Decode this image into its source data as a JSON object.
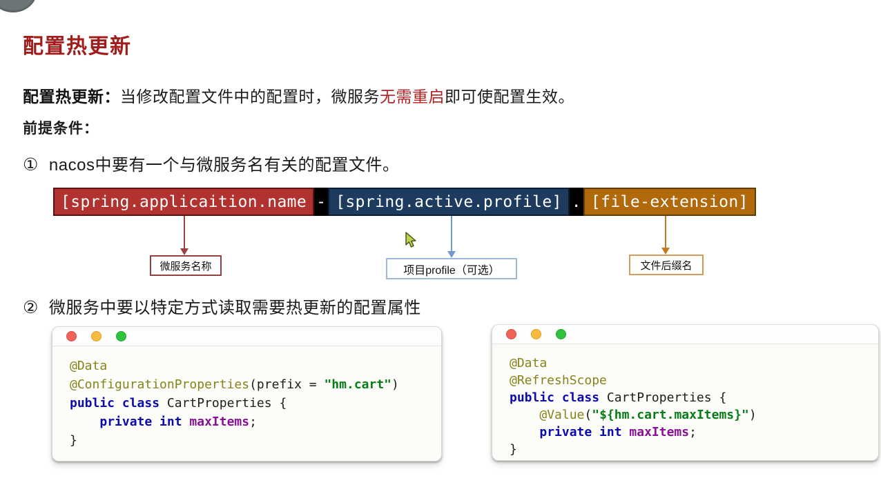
{
  "accent_color": "#a21c1c",
  "header": {
    "title": "配置热更新"
  },
  "intro": {
    "term": "配置热更新：",
    "text_before": "当修改配置文件中的配置时，微服务",
    "highlight": "无需重启",
    "highlight_color": "#b22222",
    "text_after": "即可使配置生效。"
  },
  "prerequisites": {
    "label": "前提条件："
  },
  "steps": [
    {
      "num": "①",
      "text": "nacos中要有一个与微服务名有关的配置文件。"
    },
    {
      "num": "②",
      "text": "微服务中要以特定方式读取需要热更新的配置属性"
    }
  ],
  "filename_bar": {
    "segments": [
      {
        "type": "box",
        "text": "[spring.applicaition.name",
        "bg": "#b23230",
        "border": "#571212"
      },
      {
        "type": "sep",
        "text": "-",
        "bg": "#000000"
      },
      {
        "type": "box",
        "text": "[spring.active.profile]",
        "bg": "#1d3b5e",
        "border": "#0c1c30"
      },
      {
        "type": "sep",
        "text": ".",
        "bg": "#000000"
      },
      {
        "type": "box",
        "text": "[file-extension]",
        "bg": "#b06a0c",
        "border": "#5f3c05"
      }
    ],
    "callouts": [
      {
        "label": "微服务名称",
        "color": "#a04040"
      },
      {
        "label": "项目profile（可选）",
        "color": "#6f9bd1"
      },
      {
        "label": "文件后缀名",
        "color": "#c8791f"
      }
    ]
  },
  "code_windows": [
    {
      "window_controls": [
        "close",
        "minimize",
        "zoom"
      ],
      "lines": [
        [
          {
            "t": "@Data",
            "s": "ann"
          }
        ],
        [
          {
            "t": "@ConfigurationProperties",
            "s": "ann"
          },
          {
            "t": "(prefix = ",
            "s": "pl"
          },
          {
            "t": "\"hm.cart\"",
            "s": "str"
          },
          {
            "t": ")",
            "s": "pl"
          }
        ],
        [
          {
            "t": "public class ",
            "s": "kw"
          },
          {
            "t": "CartProperties {",
            "s": "pl"
          }
        ],
        [
          {
            "t": "    ",
            "s": "pl"
          },
          {
            "t": "private int ",
            "s": "kw"
          },
          {
            "t": "maxItems",
            "s": "fld"
          },
          {
            "t": ";",
            "s": "pl"
          }
        ],
        [
          {
            "t": "}",
            "s": "pl"
          }
        ]
      ]
    },
    {
      "window_controls": [
        "close",
        "minimize",
        "zoom"
      ],
      "lines": [
        [
          {
            "t": "@Data",
            "s": "ann"
          }
        ],
        [
          {
            "t": "@RefreshScope",
            "s": "ann"
          }
        ],
        [
          {
            "t": "public class ",
            "s": "kw"
          },
          {
            "t": "CartProperties {",
            "s": "pl"
          }
        ],
        [
          {
            "t": "    ",
            "s": "pl"
          },
          {
            "t": "@Value",
            "s": "ann"
          },
          {
            "t": "(",
            "s": "pl"
          },
          {
            "t": "\"${hm.cart.maxItems}\"",
            "s": "str"
          },
          {
            "t": ")",
            "s": "pl"
          }
        ],
        [
          {
            "t": "    ",
            "s": "pl"
          },
          {
            "t": "private int ",
            "s": "kw"
          },
          {
            "t": "maxItems",
            "s": "fld"
          },
          {
            "t": ";",
            "s": "pl"
          }
        ],
        [
          {
            "t": "}",
            "s": "pl"
          }
        ]
      ]
    }
  ],
  "syntax_colors": {
    "annotation": "#85831a",
    "keyword": "#0b0bad",
    "string": "#067d17",
    "field": "#871094"
  },
  "cursor": {
    "icon": "arrow-cursor",
    "fill": "#b9d34a"
  }
}
